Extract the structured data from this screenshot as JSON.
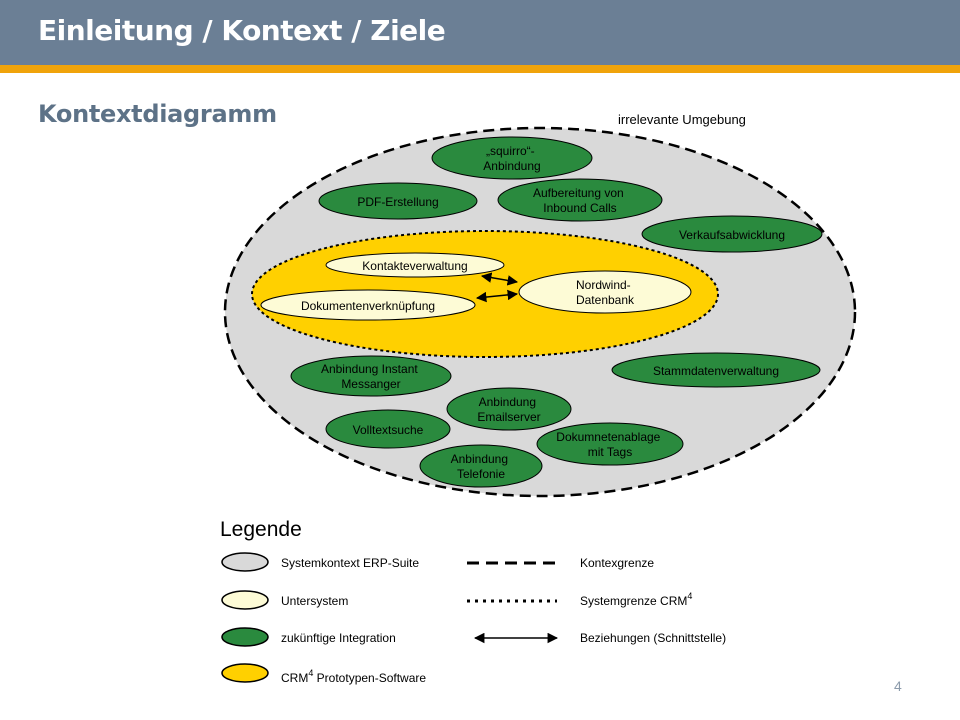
{
  "header": {
    "title": "Einleitung / Kontext / Ziele"
  },
  "slide": {
    "subtitle": "Kontextdiagramm",
    "page_number": "4"
  },
  "colors": {
    "header": "#6b7f95",
    "accent_bar": "#f0a30a",
    "systemkontext": "#d9d9d9",
    "untersystem": "#fdfbd6",
    "integration": "#2a8a3e",
    "prototyp": "#ffd000"
  },
  "diagram": {
    "environment_label": "irrelevante Umgebung",
    "future_integrations": [
      [
        "„squirro“-",
        "Anbindung"
      ],
      [
        "PDF-Erstellung"
      ],
      [
        "Aufbereitung von",
        "Inbound Calls"
      ],
      [
        "Verkaufsabwicklung"
      ],
      [
        "Anbindung Instant",
        "Messanger"
      ],
      [
        "Stammdatenverwaltung"
      ],
      [
        "Anbindung",
        "Emailserver"
      ],
      [
        "Volltextsuche"
      ],
      [
        "Dokumnetenablage",
        "mit Tags"
      ],
      [
        "Anbindung",
        "Telefonie"
      ]
    ],
    "subsystems": [
      [
        "Kontakteverwaltung"
      ],
      [
        "Dokumentenverknüpfung"
      ],
      [
        "Nordwind-",
        "Datenbank"
      ]
    ]
  },
  "legend": {
    "title": "Legende",
    "items": [
      {
        "label": "Systemkontext ERP-Suite",
        "line_label": "Kontexgrenze",
        "line_sup": ""
      },
      {
        "label": "Untersystem",
        "line_label": "Systemgrenze CRM",
        "line_sup": "4"
      },
      {
        "label": "zukünftige Integration",
        "line_label": "Beziehungen (Schnittstelle)",
        "line_sup": ""
      },
      {
        "label_pre": "CRM",
        "label_sup": "4",
        "label_post": " Prototypen-Software"
      }
    ]
  }
}
